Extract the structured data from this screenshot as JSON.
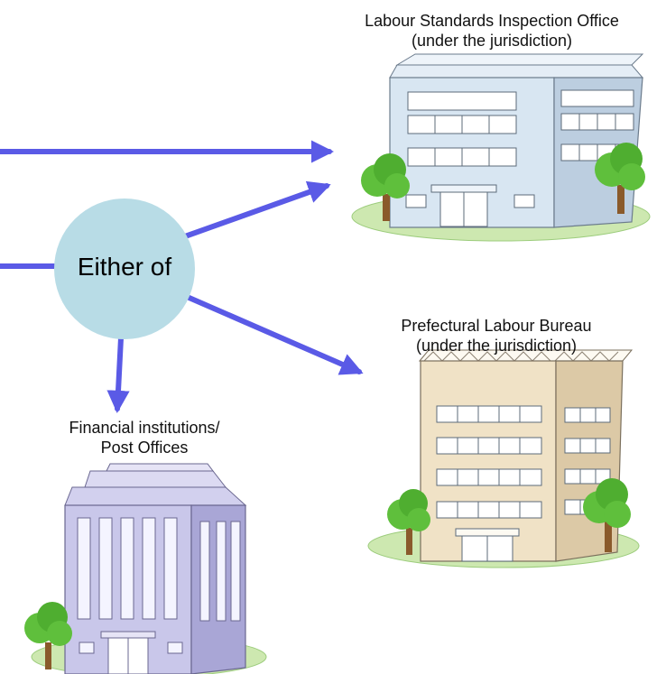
{
  "hub": {
    "label": "Either of"
  },
  "offices": {
    "labour_standards": {
      "line1": "Labour Standards Inspection Office",
      "line2": "(under the jurisdiction)"
    },
    "prefectural_bureau": {
      "line1": "Prefectural Labour Bureau",
      "line2": "(under the jurisdiction)"
    },
    "financial": {
      "line1": "Financial institutions/",
      "line2": "Post Offices"
    }
  },
  "colors": {
    "arrow": "#5A5AE6",
    "hub_fill": "#B8DCE6",
    "lsio_building": "#D8E6F2",
    "plb_building": "#F0E2C6",
    "fin_building": "#C9C7EA",
    "tree": "#5FBF3C",
    "grass": "#CDE8B0"
  }
}
